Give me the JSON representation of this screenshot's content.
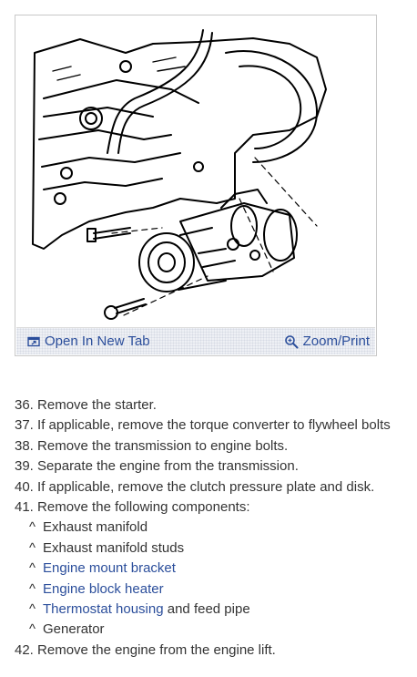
{
  "figure": {
    "open_tab_label": "Open In New Tab",
    "zoom_label": "Zoom/Print"
  },
  "steps": [
    {
      "num": "36.",
      "text": "Remove the starter."
    },
    {
      "num": "37.",
      "text": "If applicable, remove the torque converter to flywheel bolts"
    },
    {
      "num": "38.",
      "text": "Remove the transmission to engine bolts."
    },
    {
      "num": "39.",
      "text": "Separate the engine from the transmission."
    },
    {
      "num": "40.",
      "text": "If applicable, remove the clutch pressure plate and disk."
    },
    {
      "num": "41.",
      "text": "Remove the following components:"
    },
    {
      "num": "42.",
      "text": "Remove the engine from the engine lift."
    }
  ],
  "components": {
    "caret": "^",
    "items": [
      {
        "link": "",
        "text": "Exhaust manifold"
      },
      {
        "link": "",
        "text": "Exhaust manifold studs"
      },
      {
        "link": "Engine mount bracket",
        "text": ""
      },
      {
        "link": "Engine block heater",
        "text": ""
      },
      {
        "link": "Thermostat housing",
        "text": " and feed pipe"
      },
      {
        "link": "",
        "text": "Generator"
      }
    ]
  },
  "colors": {
    "link": "#2b4e9b",
    "text": "#333333",
    "toolbar_bg": "#eef0f5"
  },
  "icons": {
    "open_tab": "open-new-tab-icon",
    "zoom": "magnifier-icon"
  }
}
